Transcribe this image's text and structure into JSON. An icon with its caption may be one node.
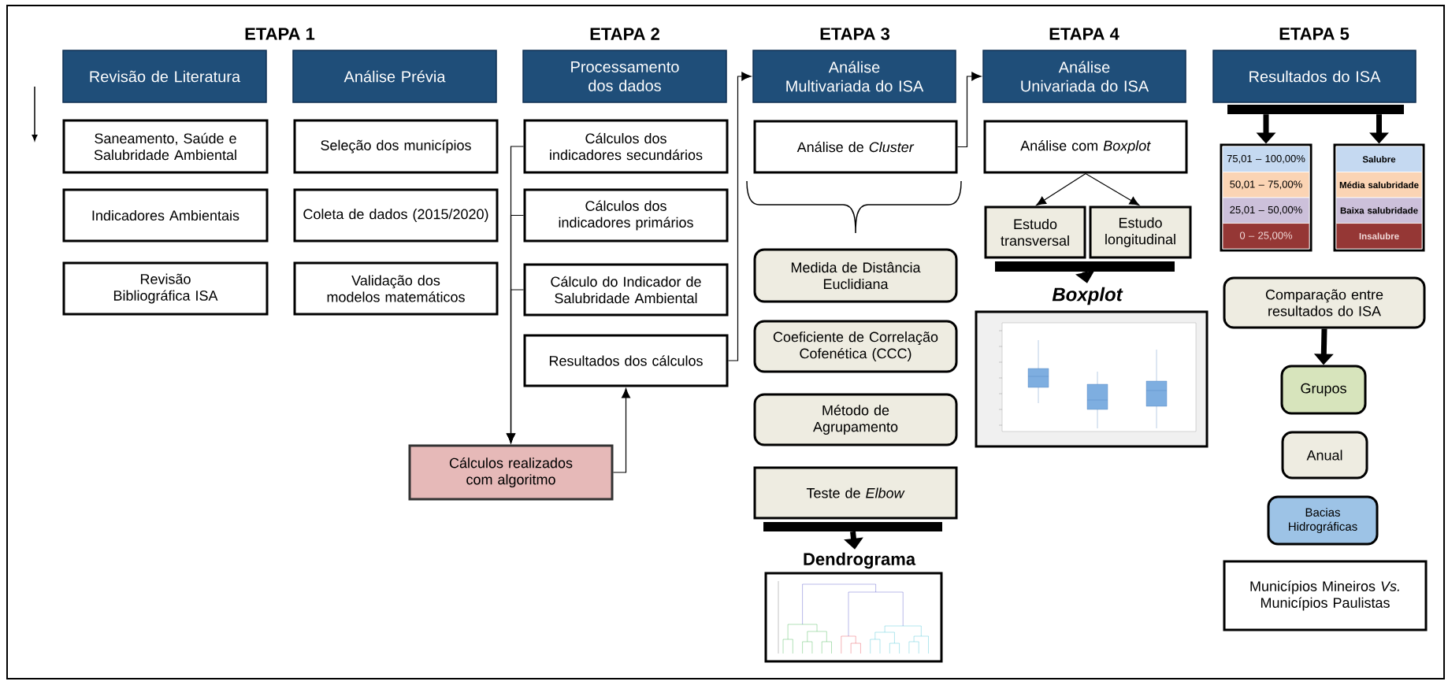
{
  "diagram": {
    "nodes": [
      {
        "text": [
          "Revisão de Literatura"
        ]
      },
      {
        "text": [
          "Análise Prévia"
        ]
      },
      {
        "text": [
          "Processamento dos dados"
        ]
      },
      {
        "text": [
          "Análise Multivariada do ISA"
        ]
      },
      {
        "text": [
          "Análise Univariada do ISA"
        ]
      },
      {
        "text": [
          "Resultados do ISA"
        ]
      },
      {
        "text": [
          "Saneamento, Saúde e Salubridade Ambiental"
        ]
      },
      {
        "text": [
          "Indicadores Ambientais"
        ]
      },
      {
        "text": [
          "Revisão Bibliográfica ISA"
        ]
      },
      {
        "text": [
          "Seleção dos municípios"
        ]
      },
      {
        "text": [
          "Coleta de dados (2015/2020)"
        ]
      },
      {
        "text": [
          "Validação dos modelos matemáticos"
        ]
      },
      {
        "text": [
          "Cálculos dos indicadores secundários"
        ]
      },
      {
        "text": [
          "Cálculos dos indicadores primários"
        ]
      },
      {
        "text": [
          "Cálculo do Indicador de Salubridade Ambiental"
        ]
      },
      {
        "text": [
          "Resultados dos cálculos"
        ]
      },
      {
        "text": [
          "Cálculos realizados com algoritmo"
        ]
      },
      {
        "text": [
          "Análise de *Cluster*"
        ]
      },
      {
        "text": [
          "Medida de Distância Euclidiana"
        ]
      },
      {
        "text": [
          "Coeficiente de Correlação Cofenética (CCC)"
        ]
      },
      {
        "text": [
          "Método de Agrupamento"
        ]
      },
      {
        "text": [
          "Teste de *Elbow*"
        ]
      },
      {
        "text": [],
        "shape": "bar"
      },
      {
        "text": [
          "Dendrograma"
        ]
      },
      {
        "text": [
          "Análise com *Boxplot*"
        ]
      },
      {
        "text": [
          "Estudo transversal"
        ]
      },
      {
        "text": [
          "Estudo longitudinal"
        ]
      },
      {
        "text": [],
        "shape": "bar"
      },
      {
        "text": [
          "Boxplot"
        ]
      },
      {
        "text": [],
        "shape": "bar"
      },
      {
        "text": [],
        "shape": "box"
      },
      {
        "text": [
          "75,01 – 100,00%"
        ],
        "in": 30
      },
      {
        "text": [
          "50,01 – 75,00%"
        ],
        "in": 30
      },
      {
        "text": [
          "25,01 – 50,00%"
        ],
        "in": 30
      },
      {
        "text": [
          "0 – 25,00%"
        ],
        "in": 30
      },
      {
        "text": [],
        "shape": "box"
      },
      {
        "text": [
          "Salubre"
        ],
        "in": 35
      },
      {
        "text": [
          "Média salubridade"
        ],
        "in": 35
      },
      {
        "text": [
          "Baixa salubridade"
        ],
        "in": 35
      },
      {
        "text": [
          "Insalubre"
        ],
        "in": 35
      },
      {
        "text": [
          "Comparação entre resultados do ISA"
        ]
      },
      {
        "text": [
          "Grupos"
        ]
      },
      {
        "text": [
          "Anual"
        ]
      },
      {
        "text": [
          "Bacias Hidrográficas"
        ]
      },
      {
        "text": [
          "Municípios Mineiros *Vs.* Municípios Paulistas"
        ]
      }
    ],
    "edges": [
      {
        "from": 12,
        "to": 16,
        "arrow": "to"
      },
      {
        "from": 13,
        "to": 16,
        "arrow": "to"
      },
      {
        "from": 14,
        "to": 16,
        "arrow": "to"
      },
      {
        "from": 16,
        "to": 15,
        "arrow": "to"
      },
      {
        "from": 15,
        "to": 3,
        "arrow": "to"
      },
      {
        "from": 17,
        "to": 4,
        "arrow": "to"
      },
      {
        "from": 22,
        "to": 23,
        "arrow": "to",
        "style": "thick"
      },
      {
        "from": 24,
        "to": 25,
        "arrow": "to"
      },
      {
        "from": 24,
        "to": 26,
        "arrow": "to"
      },
      {
        "from": 27,
        "to": 28,
        "arrow": "to",
        "style": "thick"
      },
      {
        "from": 29,
        "to": 30,
        "arrow": "to",
        "style": "thick"
      },
      {
        "from": 29,
        "to": 35,
        "arrow": "to",
        "style": "thick"
      },
      {
        "from": 40,
        "to": 41,
        "arrow": "to",
        "style": "thick"
      }
    ],
    "labels": [
      "ETAPA 1",
      "ETAPA 2",
      "ETAPA 3",
      "ETAPA 4",
      "ETAPA 5"
    ]
  }
}
